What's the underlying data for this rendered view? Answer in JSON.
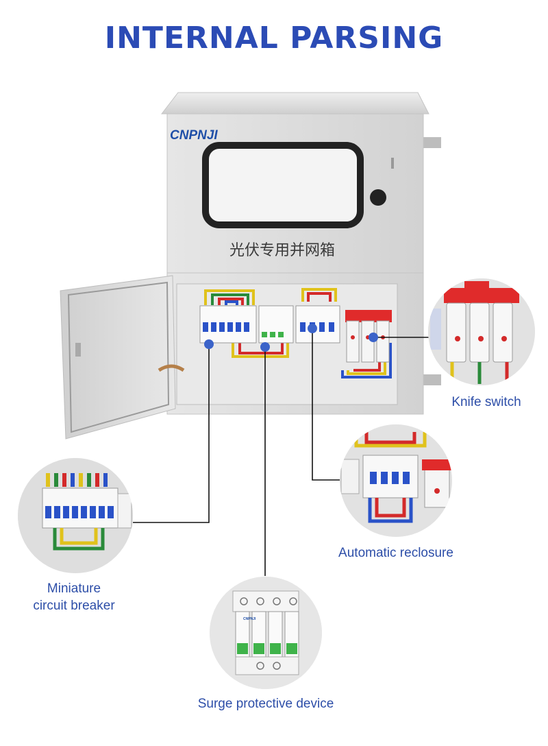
{
  "title": "INTERNAL PARSING",
  "brand": "CNPNJI",
  "cabinet_label": "光伏专用并网箱",
  "colors": {
    "title": "#2b4bb5",
    "label_text": "#2d4ea8",
    "callout_dot": "#3b63c9",
    "cabinet": "#dcdcdc",
    "knife_switch_red": "#e02b2b"
  },
  "callouts": {
    "knife_switch": "Knife switch",
    "automatic_reclosure": "Automatic reclosure",
    "miniature_circuit_breaker_line1": "Miniature",
    "miniature_circuit_breaker_line2": "circuit breaker",
    "surge_protective_device": "Surge protective device"
  },
  "spd_module_brand": "CNPNJI"
}
